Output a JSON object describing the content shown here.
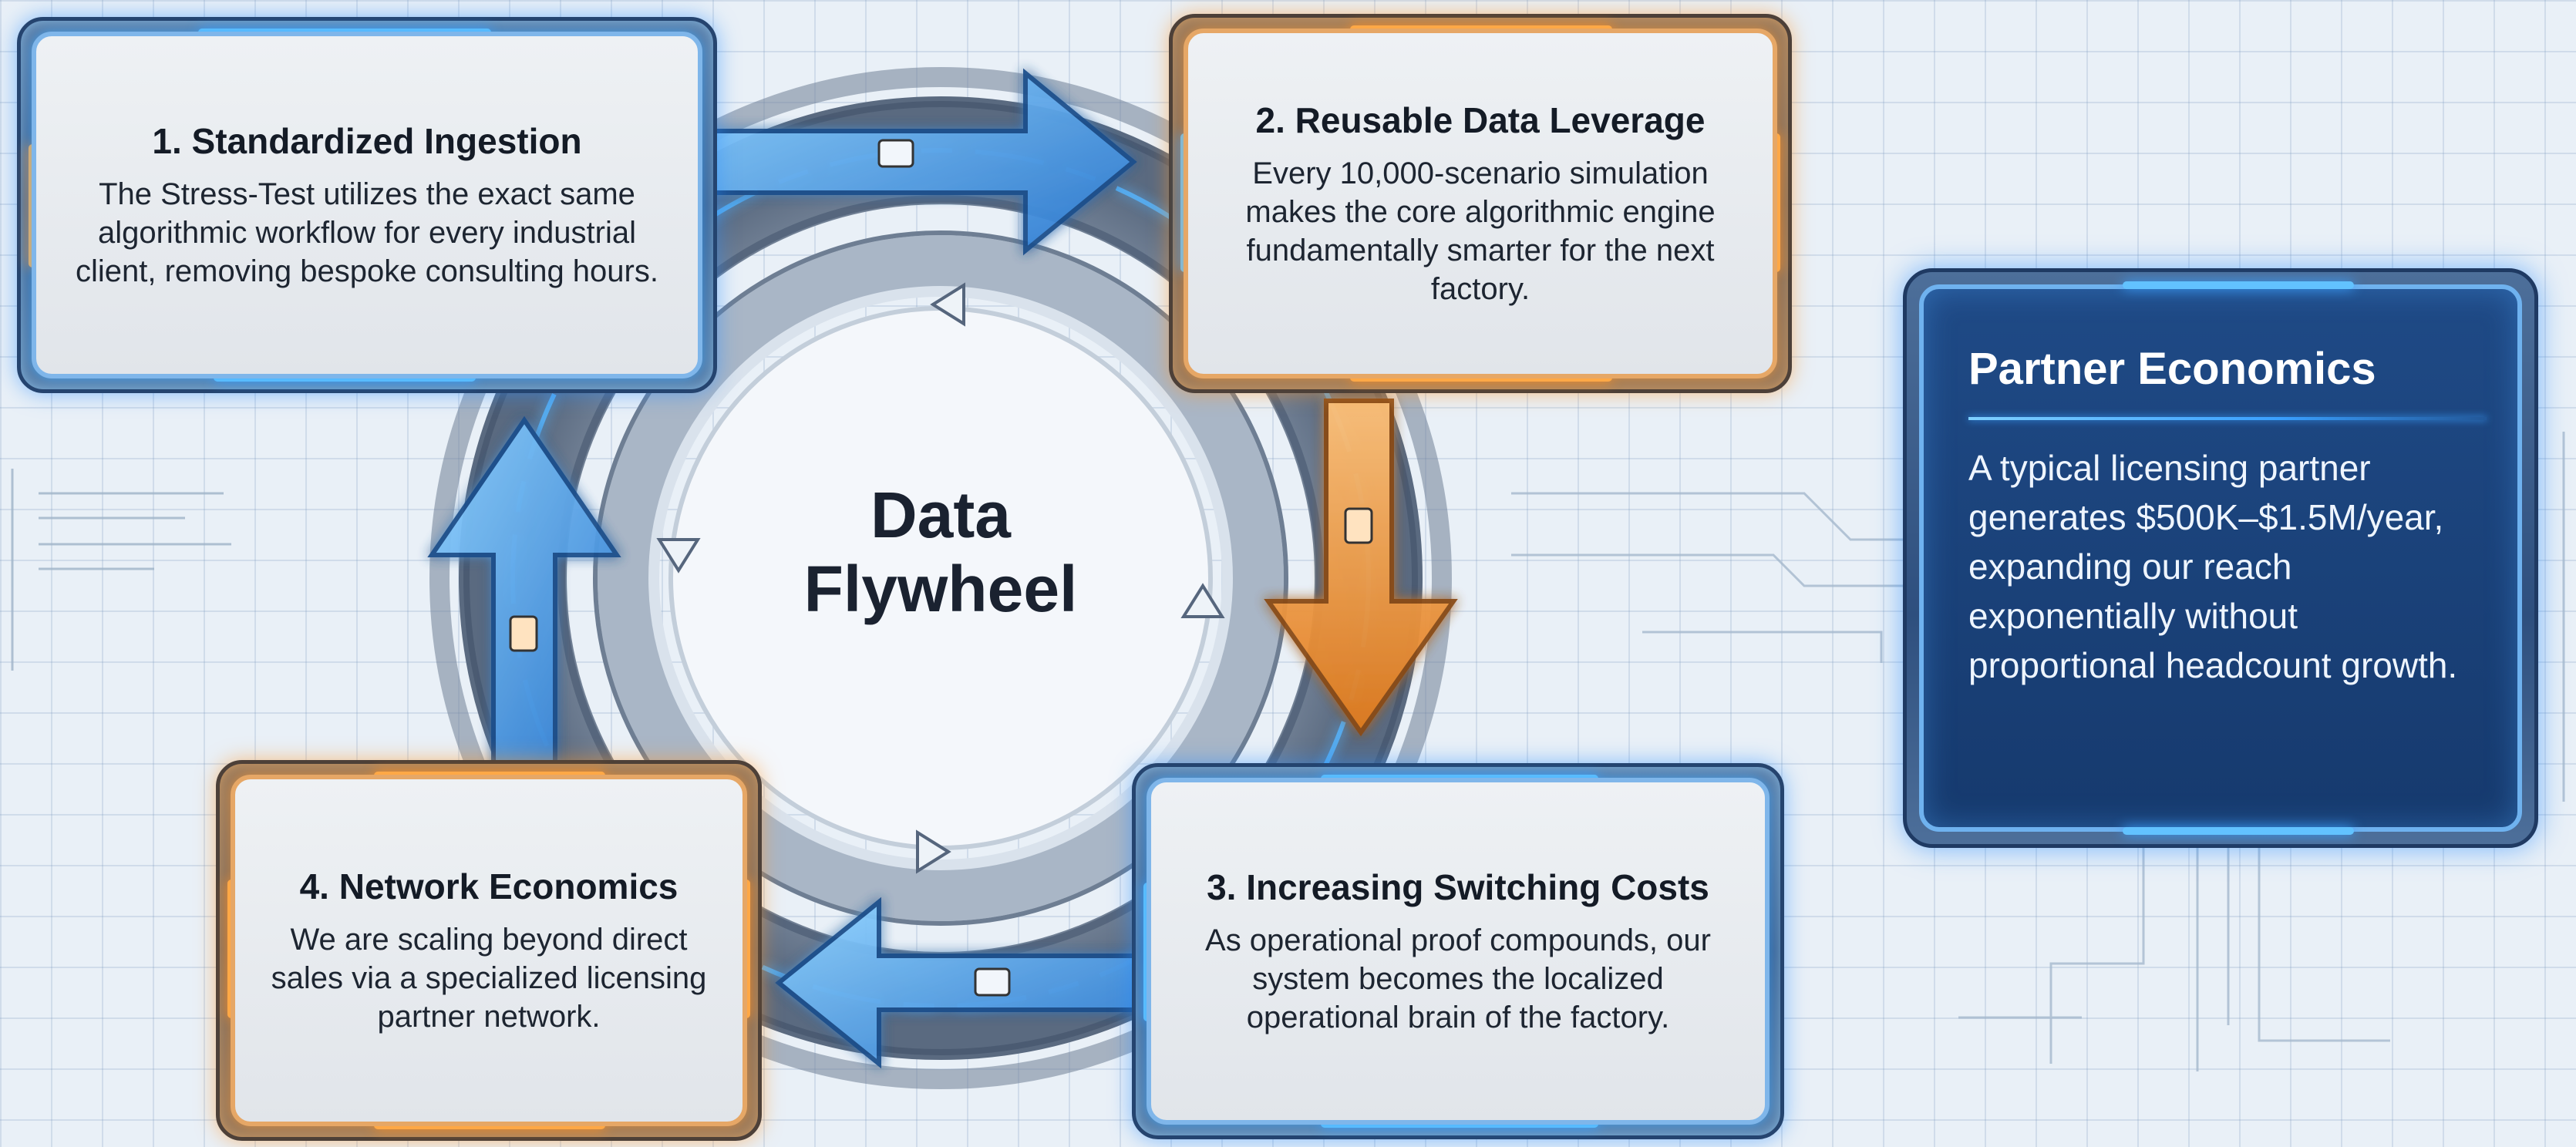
{
  "flywheel": {
    "center_title_line1": "Data",
    "center_title_line2": "Flywheel"
  },
  "steps": [
    {
      "title": "1. Standardized Ingestion",
      "body": "The Stress-Test utilizes the exact same algorithmic workflow for every industrial client, removing bespoke consulting hours."
    },
    {
      "title": "2. Reusable Data Leverage",
      "body": "Every 10,000-scenario simulation makes the core algorithmic engine fundamentally smarter for the next factory."
    },
    {
      "title": "3. Increasing Switching Costs",
      "body": "As operational proof compounds, our system becomes the localized operational brain of the factory."
    },
    {
      "title": "4. Network Economics",
      "body": "We are scaling beyond direct sales via a specialized licensing partner network."
    }
  ],
  "partner": {
    "title": "Partner Economics",
    "body": "A typical licensing partner generates $500K–$1.5M/year, expanding our reach exponentially without proportional headcount growth."
  },
  "colors": {
    "blue_glow": "#3aa0ff",
    "orange_glow": "#ff9124",
    "partner_bg": "#1f4a86"
  },
  "icons": {
    "cycle_arrows": "circular-arrow-icon"
  }
}
